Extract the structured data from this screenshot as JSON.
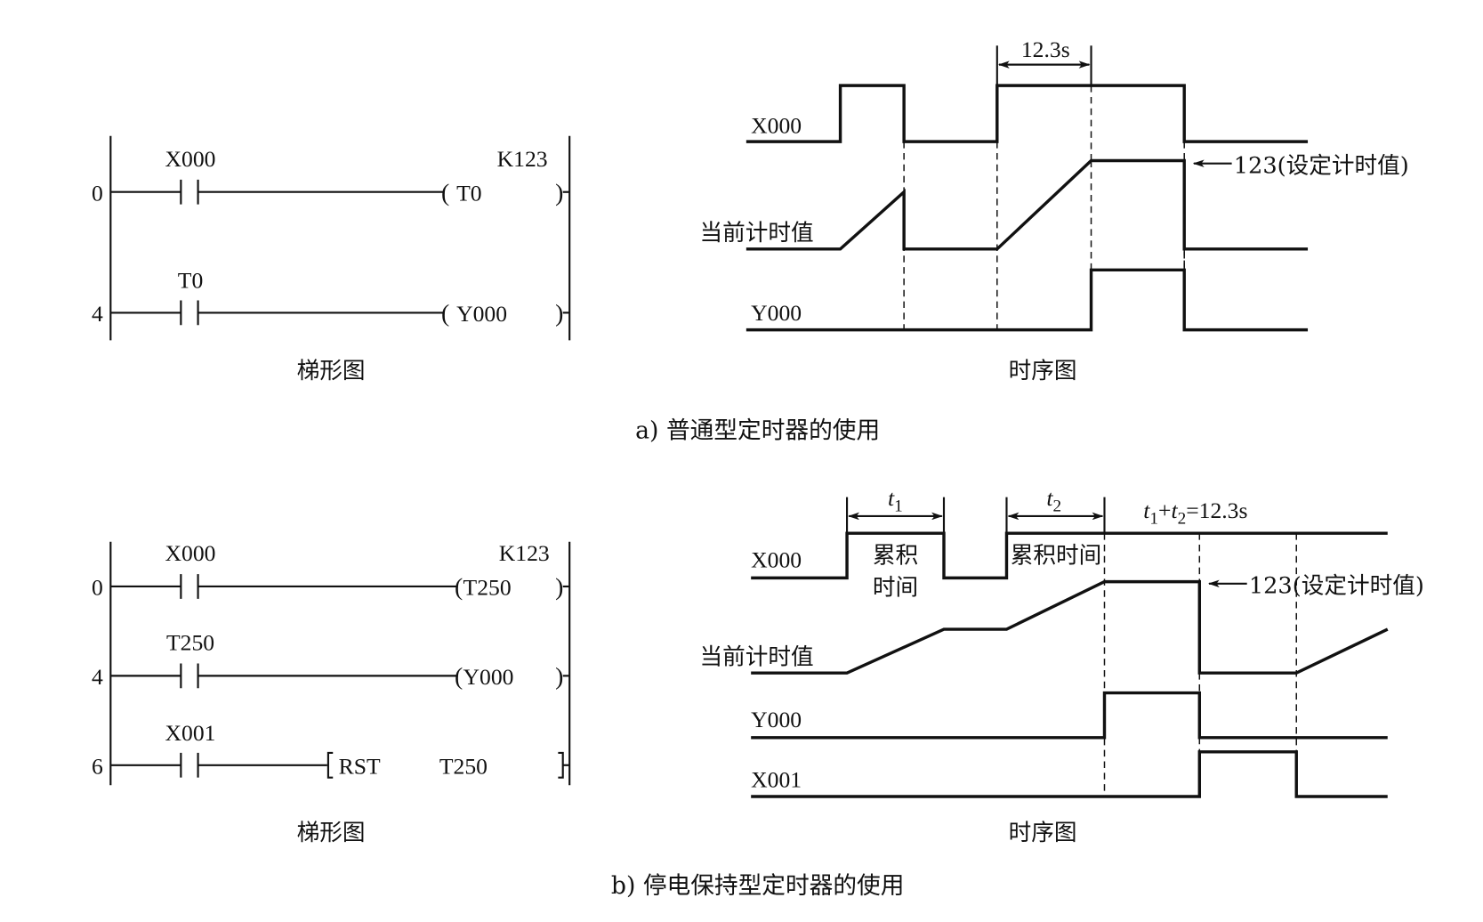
{
  "panel_a": {
    "caption": "a) 普通型定时器的使用",
    "ladder": {
      "title": "梯形图",
      "rungs": [
        {
          "step": "0",
          "contact": "X000",
          "coil": "T0",
          "setting": "K123",
          "type": "coil"
        },
        {
          "step": "4",
          "contact": "T0",
          "coil": "Y000",
          "type": "coil"
        }
      ]
    },
    "timing": {
      "title": "时序图",
      "signals": {
        "x000": "X000",
        "current": "当前计时值",
        "y000": "Y000"
      },
      "duration_label": "12.3s",
      "preset_label": "123(设定计时值)"
    }
  },
  "panel_b": {
    "caption": "b) 停电保持型定时器的使用",
    "ladder": {
      "title": "梯形图",
      "rungs": [
        {
          "step": "0",
          "contact": "X000",
          "coil": "T250",
          "setting": "K123",
          "type": "coil"
        },
        {
          "step": "4",
          "contact": "T250",
          "coil": "Y000",
          "type": "coil"
        },
        {
          "step": "6",
          "contact": "X001",
          "instruction": "RST",
          "operand": "T250",
          "type": "instruction"
        }
      ]
    },
    "timing": {
      "title": "时序图",
      "signals": {
        "x000": "X000",
        "current": "当前计时值",
        "y000": "Y000",
        "x001": "X001"
      },
      "t1": "t",
      "t1_sub": "1",
      "t2": "t",
      "t2_sub": "2",
      "sum_label_eq": "=12.3s",
      "plus": "+",
      "accum_label_1a": "累积",
      "accum_label_1b": "时间",
      "accum_label_2": "累积时间",
      "preset_label": "123(设定计时值)"
    }
  }
}
